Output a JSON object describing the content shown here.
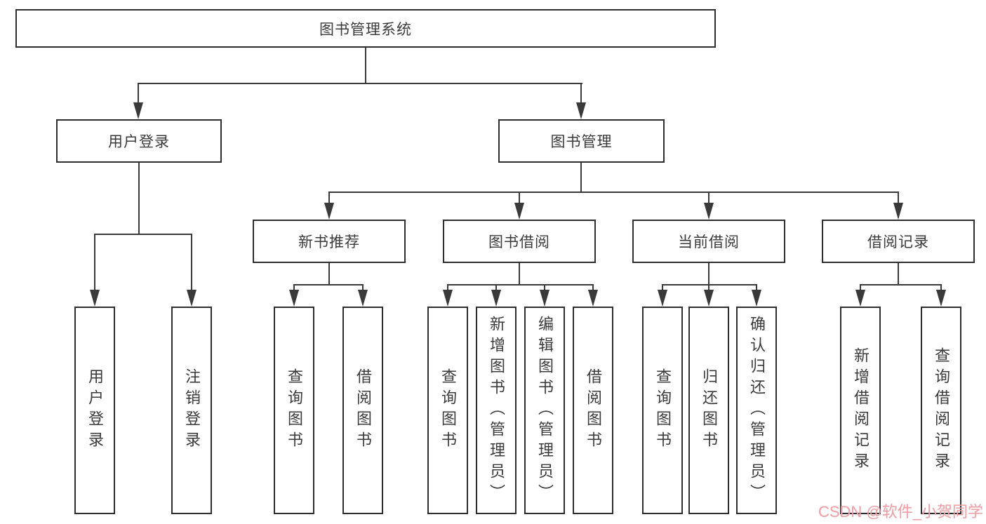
{
  "diagram": {
    "type": "hierarchy-tree",
    "colors": {
      "background": "#ffffff",
      "line": "#3a3a3a",
      "border": "#2e2e2e",
      "text": "#3a3a3a",
      "watermark": "#f0a2a8"
    },
    "watermark": {
      "text": "CSDN @软件_小贺同学"
    },
    "nodes": {
      "root": {
        "label": "图书管理系统"
      },
      "user_login": {
        "label": "用户登录"
      },
      "book_mgmt": {
        "label": "图书管理"
      },
      "new_book_rec": {
        "label": "新书推荐"
      },
      "book_borrow": {
        "label": "图书借阅"
      },
      "current_borrow": {
        "label": "当前借阅"
      },
      "borrow_record": {
        "label": "借阅记录"
      },
      "user_login_leaf": {
        "label": "用户登录"
      },
      "logout": {
        "label": "注销登录"
      },
      "query_book_rec": {
        "label": "查询图书"
      },
      "borrow_book_rec": {
        "label": "借阅图书"
      },
      "query_book_borrow": {
        "label": "查询图书"
      },
      "add_book": {
        "label": "新增图书（管理员）"
      },
      "edit_book": {
        "label": "编辑图书（管理员）"
      },
      "borrow_book": {
        "label": "借阅图书"
      },
      "query_book_current": {
        "label": "查询图书"
      },
      "return_book": {
        "label": "归还图书"
      },
      "confirm_return": {
        "label": "确认归还（管理员）"
      },
      "add_record": {
        "label": "新增借阅记录"
      },
      "query_record": {
        "label": "查询借阅记录"
      }
    },
    "hierarchy": {
      "root": [
        "user_login",
        "book_mgmt"
      ],
      "user_login": [
        "user_login_leaf",
        "logout"
      ],
      "book_mgmt": [
        "new_book_rec",
        "book_borrow",
        "current_borrow",
        "borrow_record"
      ],
      "new_book_rec": [
        "query_book_rec",
        "borrow_book_rec"
      ],
      "book_borrow": [
        "query_book_borrow",
        "add_book",
        "edit_book",
        "borrow_book"
      ],
      "current_borrow": [
        "query_book_current",
        "return_book",
        "confirm_return"
      ],
      "borrow_record": [
        "add_record",
        "query_record"
      ]
    }
  }
}
